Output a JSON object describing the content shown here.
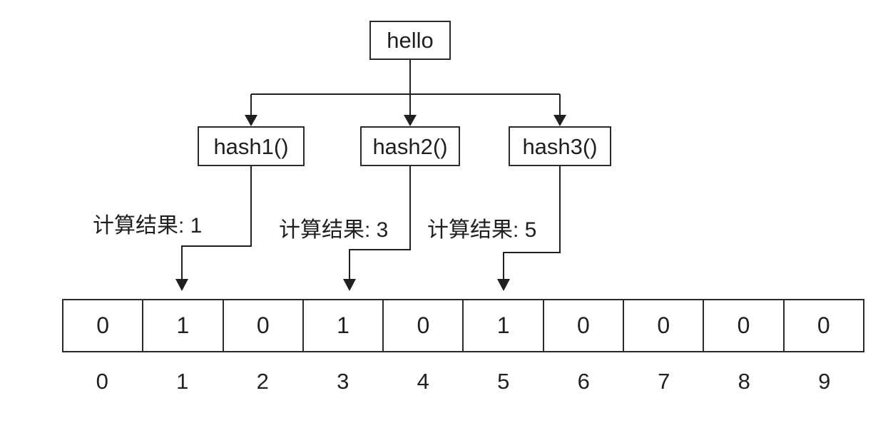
{
  "input_box": {
    "label": "hello"
  },
  "hash_boxes": [
    {
      "label": "hash1()",
      "result_text": "计算结果: 1",
      "result": 1,
      "target_index": 1
    },
    {
      "label": "hash2()",
      "result_text": "计算结果: 3",
      "result": 3,
      "target_index": 3
    },
    {
      "label": "hash3()",
      "result_text": "计算结果: 5",
      "result": 5,
      "target_index": 5
    }
  ],
  "bit_array": {
    "values": [
      "0",
      "1",
      "0",
      "1",
      "0",
      "1",
      "0",
      "0",
      "0",
      "0"
    ],
    "indices": [
      "0",
      "1",
      "2",
      "3",
      "4",
      "5",
      "6",
      "7",
      "8",
      "9"
    ]
  },
  "colors": {
    "line": "#1f1f1f",
    "border": "#2b2b2b",
    "text": "#1f1f1f",
    "background": "#ffffff"
  }
}
